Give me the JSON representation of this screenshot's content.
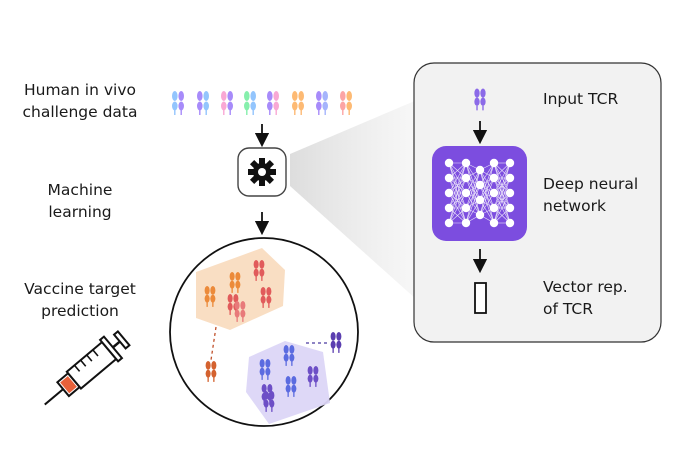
{
  "labels": {
    "challenge": "Human in vivo\nchallenge data",
    "ml": "Machine\nlearning",
    "vaccine": "Vaccine target\nprediction",
    "input_tcr": "Input TCR",
    "dnn": "Deep neural\nnetwork",
    "vector": "Vector rep.\nof TCR"
  },
  "icons": {
    "gear": "gear-icon",
    "neural_net": "neural-network-icon",
    "syringe": "syringe-icon",
    "tcr": "tcr-molecule-icon",
    "vector": "vector-bracket-icon"
  },
  "colors": {
    "tcr_row": [
      "#a78bfa",
      "#7dd3fc",
      "#c4a5fa",
      "#f9a8d4",
      "#86efac",
      "#a5b4fc",
      "#fdba74",
      "#fdba74",
      "#a78bfa",
      "#fca5a5",
      "#fdba74",
      "#c4b5fd"
    ],
    "dnn_bg": "#7c4ddf",
    "orange_cluster": "#f9dcc0",
    "purple_cluster": "#dcd6f7",
    "orange_tcr": "#ec8a3a",
    "red_tcr": "#e15b5b",
    "blue_tcr": "#5b6be0",
    "purple_tcr": "#6d4fc6",
    "orange_query": "#d4622f",
    "purple_query": "#5b3fb0",
    "syringe_accent": "#e8613a"
  }
}
